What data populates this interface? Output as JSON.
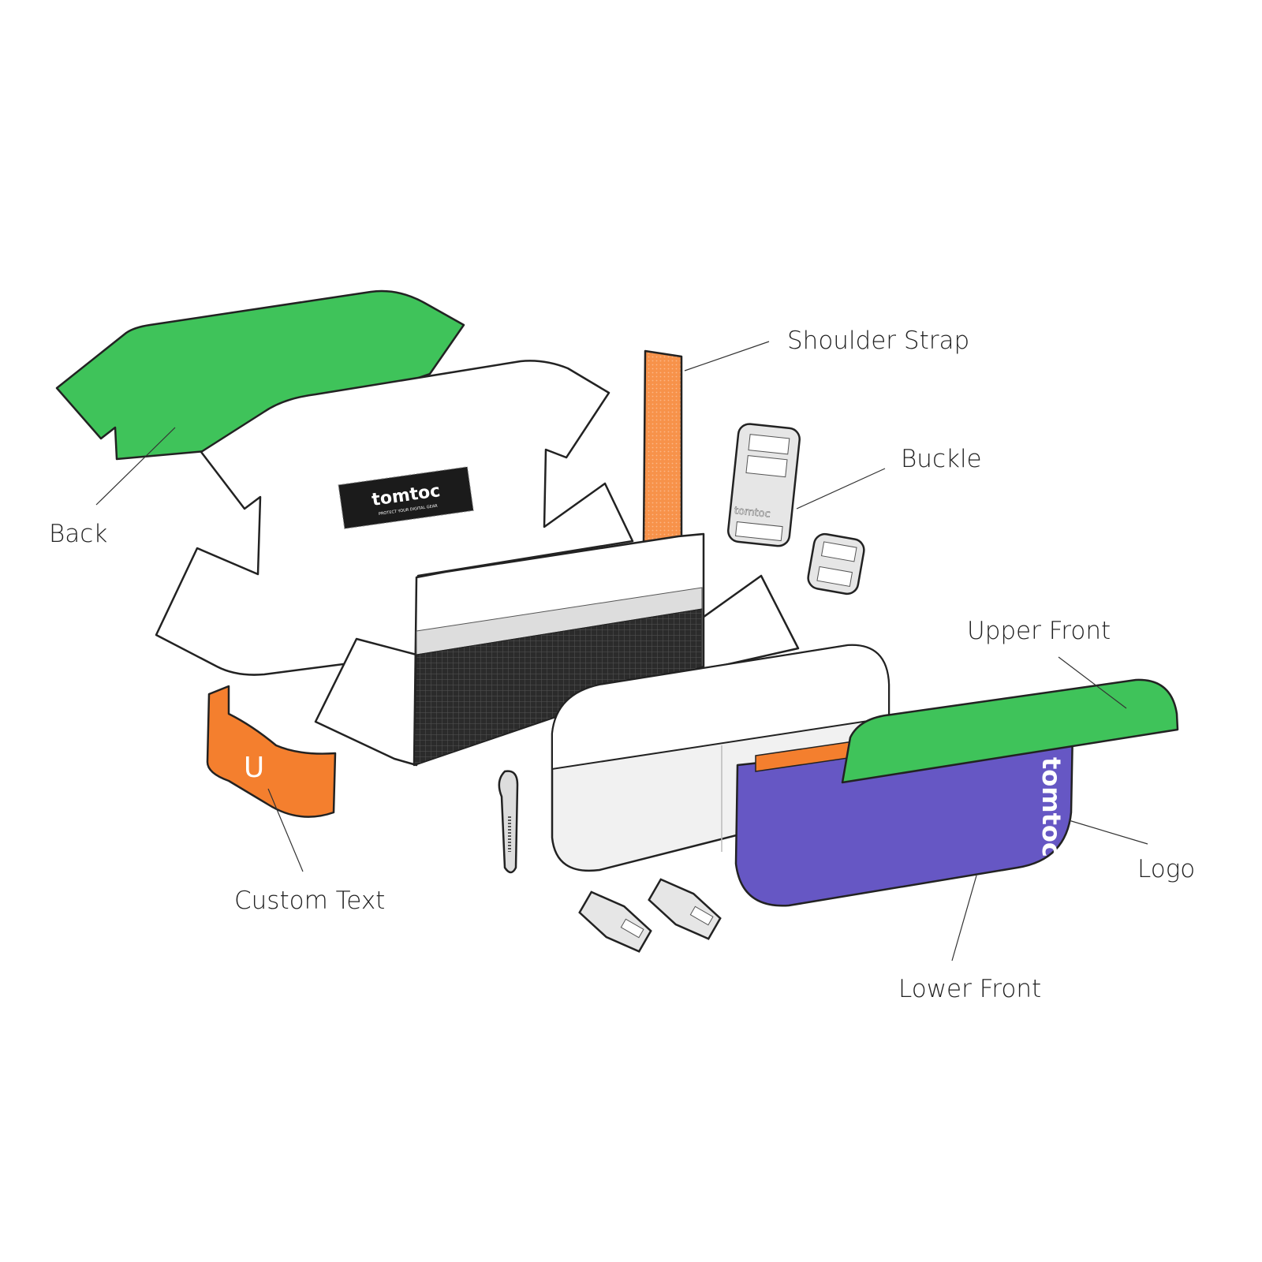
{
  "labels": {
    "shoulder_strap": "Shoulder Strap",
    "buckle": "Buckle",
    "back": "Back",
    "upper_front": "Upper Front",
    "custom_text": "Custom Text",
    "logo": "Logo",
    "lower_front": "Lower Front"
  },
  "brand": {
    "name": "tomtoc",
    "tagline": "PROTECT YOUR DIGITAL GEAR",
    "custom_text_glyph": "U"
  },
  "colors": {
    "back": "#3fc35a",
    "upper_front": "#3fc35a",
    "lower_front": "#6657c4",
    "strap": "#f7924a",
    "custom_text": "#f47f2e",
    "label_patch": "#1b1b1b",
    "mesh": "#2b2b2b"
  }
}
